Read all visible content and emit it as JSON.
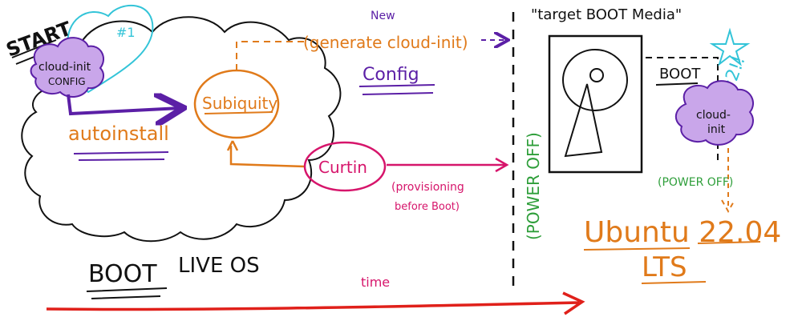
{
  "labels": {
    "start": "START",
    "note1": "#1",
    "cloud_init_config_line1": "cloud-init",
    "cloud_init_config_line2": "CONFIG",
    "autoinstall": "autoinstall",
    "subiquity": "Subiquity",
    "new": "New",
    "generate_cloud_init": "(generate cloud-init)",
    "config": "Config",
    "curtin": "Curtin",
    "provisioning_line1": "(provisioning",
    "provisioning_line2": "before Boot)",
    "boot_live_os_boot": "BOOT",
    "boot_live_os_rest": "LIVE OS",
    "time": "time",
    "power_off_vertical": "(POWER OFF)",
    "target_boot_media": "\"target BOOT Media\"",
    "boot_partition": "BOOT",
    "note2": "#2!!",
    "cloud_init_target_line1": "cloud-",
    "cloud_init_target_line2": "init",
    "power_off_small": "(POWER OFF)",
    "ubuntu": "Ubuntu 22.04",
    "lts": "LTS"
  },
  "colors": {
    "black": "#111111",
    "purple": "#5b1fa6",
    "orange": "#e07a1a",
    "magenta": "#d6156b",
    "green": "#2e9e3a",
    "cyan": "#33c4d8",
    "red": "#e0201a"
  }
}
